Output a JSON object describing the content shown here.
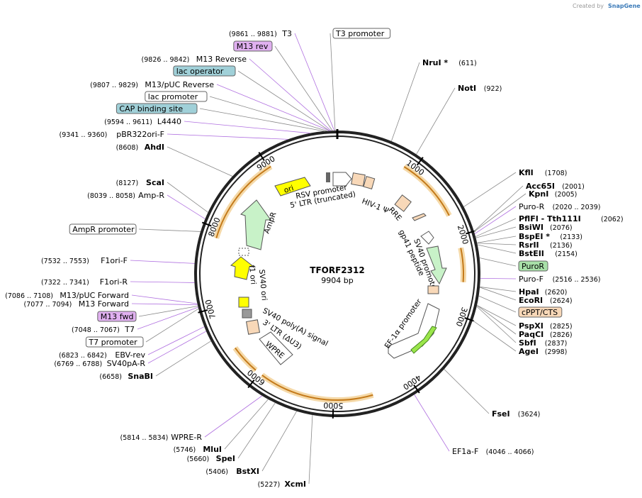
{
  "credit": {
    "created_by": "Created by",
    "brand": "SnapGene"
  },
  "plasmid": {
    "name": "TFORF2312",
    "size_label": "9904 bp",
    "length": 9904
  },
  "colors": {
    "backbone": "#222222",
    "primer": "#9b30d9",
    "tick": "#000000",
    "orange_fill": "#f5d9a8",
    "orange_arrow": "#c47a1a",
    "green_fill": "#c8f2c8",
    "yellow": "#ffff00"
  },
  "ticks": [
    {
      "pos": 1000,
      "label": "1000"
    },
    {
      "pos": 2000,
      "label": "2000"
    },
    {
      "pos": 3000,
      "label": "3000"
    },
    {
      "pos": 4000,
      "label": "4000"
    },
    {
      "pos": 5000,
      "label": "5000"
    },
    {
      "pos": 6000,
      "label": "6000"
    },
    {
      "pos": 7000,
      "label": "7000"
    },
    {
      "pos": 8000,
      "label": "8000"
    },
    {
      "pos": 9000,
      "label": "9000"
    }
  ],
  "sites_right": [
    {
      "name": "NruI *",
      "pos": "(611)",
      "bp": 611
    },
    {
      "name": "NotI",
      "pos": "(922)",
      "bp": 922
    },
    {
      "name": "KflI",
      "pos": "(1708)",
      "bp": 1708
    },
    {
      "name": "Acc65I",
      "pos": "(2001)",
      "bp": 2001
    },
    {
      "name": "KpnI",
      "pos": "(2005)",
      "bp": 2005
    },
    {
      "name": "Puro-R",
      "pos": "(2020 .. 2039)",
      "bp": 2030,
      "primer": true
    },
    {
      "name": "PflFI - Tth111I",
      "pos": "(2062)",
      "bp": 2062
    },
    {
      "name": "BsiWI",
      "pos": "(2076)",
      "bp": 2076
    },
    {
      "name": "BspEI *",
      "pos": "(2133)",
      "bp": 2133
    },
    {
      "name": "RsrII",
      "pos": "(2136)",
      "bp": 2136
    },
    {
      "name": "BstEII",
      "pos": "(2154)",
      "bp": 2154
    },
    {
      "name": "PuroR",
      "pos": "",
      "bp": 2300,
      "box": "#a8e0a8"
    },
    {
      "name": "Puro-F",
      "pos": "(2516 .. 2536)",
      "bp": 2526,
      "primer": true
    },
    {
      "name": "HpaI",
      "pos": "(2620)",
      "bp": 2620
    },
    {
      "name": "EcoRI",
      "pos": "(2624)",
      "bp": 2624
    },
    {
      "name": "cPPT/CTS",
      "pos": "",
      "bp": 2720,
      "box": "#f8d8b8"
    },
    {
      "name": "PspXI",
      "pos": "(2825)",
      "bp": 2825
    },
    {
      "name": "PaqCI",
      "pos": "(2826)",
      "bp": 2826
    },
    {
      "name": "SbfI",
      "pos": "(2837)",
      "bp": 2837
    },
    {
      "name": "AgeI",
      "pos": "(2998)",
      "bp": 2998
    },
    {
      "name": "FseI",
      "pos": "(3624)",
      "bp": 3624
    },
    {
      "name": "EF1a-F",
      "pos": "(4046 .. 4066)",
      "bp": 4056,
      "primer": true
    }
  ],
  "sites_left": [
    {
      "name": "T3",
      "pos": "(9861 .. 9881)",
      "bp": 9871,
      "primer": true
    },
    {
      "name": "T3 promoter",
      "pos": "",
      "bp": 9880,
      "box": "#ffffff"
    },
    {
      "name": "M13 rev",
      "pos": "",
      "bp": 9850,
      "box": "#e0b0f0"
    },
    {
      "name": "M13 Reverse",
      "pos": "(9826 .. 9842)",
      "bp": 9834,
      "primer": true
    },
    {
      "name": "lac operator",
      "pos": "",
      "bp": 9820,
      "box": "#a0d0d8"
    },
    {
      "name": "M13/pUC Reverse",
      "pos": "(9807 .. 9829)",
      "bp": 9818,
      "primer": true
    },
    {
      "name": "lac promoter",
      "pos": "",
      "bp": 9790,
      "box": "#ffffff"
    },
    {
      "name": "CAP binding site",
      "pos": "",
      "bp": 9760,
      "box": "#a0d0d8"
    },
    {
      "name": "L4440",
      "pos": "(9594 .. 9611)",
      "bp": 9602,
      "primer": true
    },
    {
      "name": "pBR322ori-F",
      "pos": "(9341 .. 9360)",
      "bp": 9350,
      "primer": true
    },
    {
      "name": "AhdI",
      "pos": "(8608)",
      "bp": 8608
    },
    {
      "name": "ScaI",
      "pos": "(8127)",
      "bp": 8127
    },
    {
      "name": "Amp-R",
      "pos": "(8039 .. 8058)",
      "bp": 8048,
      "primer": true
    },
    {
      "name": "AmpR promoter",
      "pos": "",
      "bp": 7900,
      "box": "#ffffff"
    },
    {
      "name": "F1ori-F",
      "pos": "(7532 .. 7553)",
      "bp": 7542,
      "primer": true
    },
    {
      "name": "F1ori-R",
      "pos": "(7322 .. 7341)",
      "bp": 7331,
      "primer": true
    },
    {
      "name": "M13/pUC Forward",
      "pos": "(7086 .. 7108)",
      "bp": 7097,
      "primer": true
    },
    {
      "name": "M13 Forward",
      "pos": "(7077 .. 7094)",
      "bp": 7085,
      "primer": true
    },
    {
      "name": "M13 fwd",
      "pos": "",
      "bp": 7070,
      "box": "#e0b0f0"
    },
    {
      "name": "T7",
      "pos": "(7048 .. 7067)",
      "bp": 7057,
      "primer": true
    },
    {
      "name": "T7 promoter",
      "pos": "",
      "bp": 7040,
      "box": "#ffffff"
    },
    {
      "name": "EBV-rev",
      "pos": "(6823 .. 6842)",
      "bp": 6832,
      "primer": true
    },
    {
      "name": "SV40pA-R",
      "pos": "(6769 .. 6788)",
      "bp": 6778,
      "primer": true
    },
    {
      "name": "SnaBI",
      "pos": "(6658)",
      "bp": 6658
    },
    {
      "name": "WPRE-R",
      "pos": "(5814 .. 5834)",
      "bp": 5824,
      "primer": true
    },
    {
      "name": "MluI",
      "pos": "(5746)",
      "bp": 5746
    },
    {
      "name": "SpeI",
      "pos": "(5660)",
      "bp": 5660
    },
    {
      "name": "BstXI",
      "pos": "(5406)",
      "bp": 5406
    },
    {
      "name": "XcmI",
      "pos": "(5227)",
      "bp": 5227
    }
  ],
  "inner_labels": [
    {
      "text": "ori"
    },
    {
      "text": "RSV promoter"
    },
    {
      "text": "5' LTR (truncated)"
    },
    {
      "text": "HIV-1 Ψ"
    },
    {
      "text": "RRE"
    },
    {
      "text": "gp41 peptide"
    },
    {
      "text": "SV40 promoter"
    },
    {
      "text": "EF-1α promoter"
    },
    {
      "text": "AmpR"
    },
    {
      "text": "f1 ori"
    },
    {
      "text": "SV40 ori"
    },
    {
      "text": "SV40 poly(A) signal"
    },
    {
      "text": "3' LTR (ΔU3)"
    },
    {
      "text": "WPRE"
    }
  ]
}
